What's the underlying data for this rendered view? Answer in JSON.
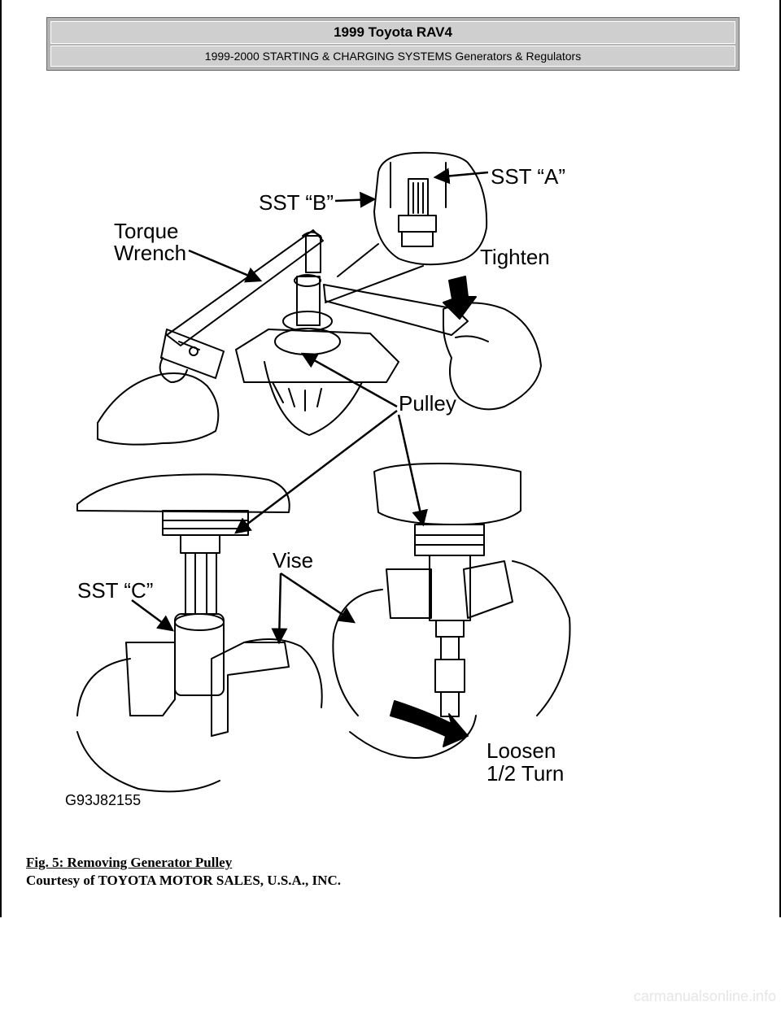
{
  "header": {
    "title": "1999 Toyota RAV4",
    "subtitle": "1999-2000 STARTING & CHARGING SYSTEMS Generators & Regulators"
  },
  "figure": {
    "labels": {
      "sst_a": "SST “A”",
      "sst_b": "SST “B”",
      "torque_line1": "Torque",
      "torque_line2": "Wrench",
      "tighten": "Tighten",
      "pulley": "Pulley",
      "vise": "Vise",
      "sst_c": "SST “C”",
      "loosen_line1": "Loosen",
      "loosen_line2": "1/2 Turn"
    },
    "code": "G93J82155"
  },
  "caption": {
    "title": "Fig. 5: Removing Generator Pulley",
    "credit": "Courtesy of TOYOTA MOTOR SALES, U.S.A., INC."
  },
  "watermark": "carmanualsonline.info"
}
